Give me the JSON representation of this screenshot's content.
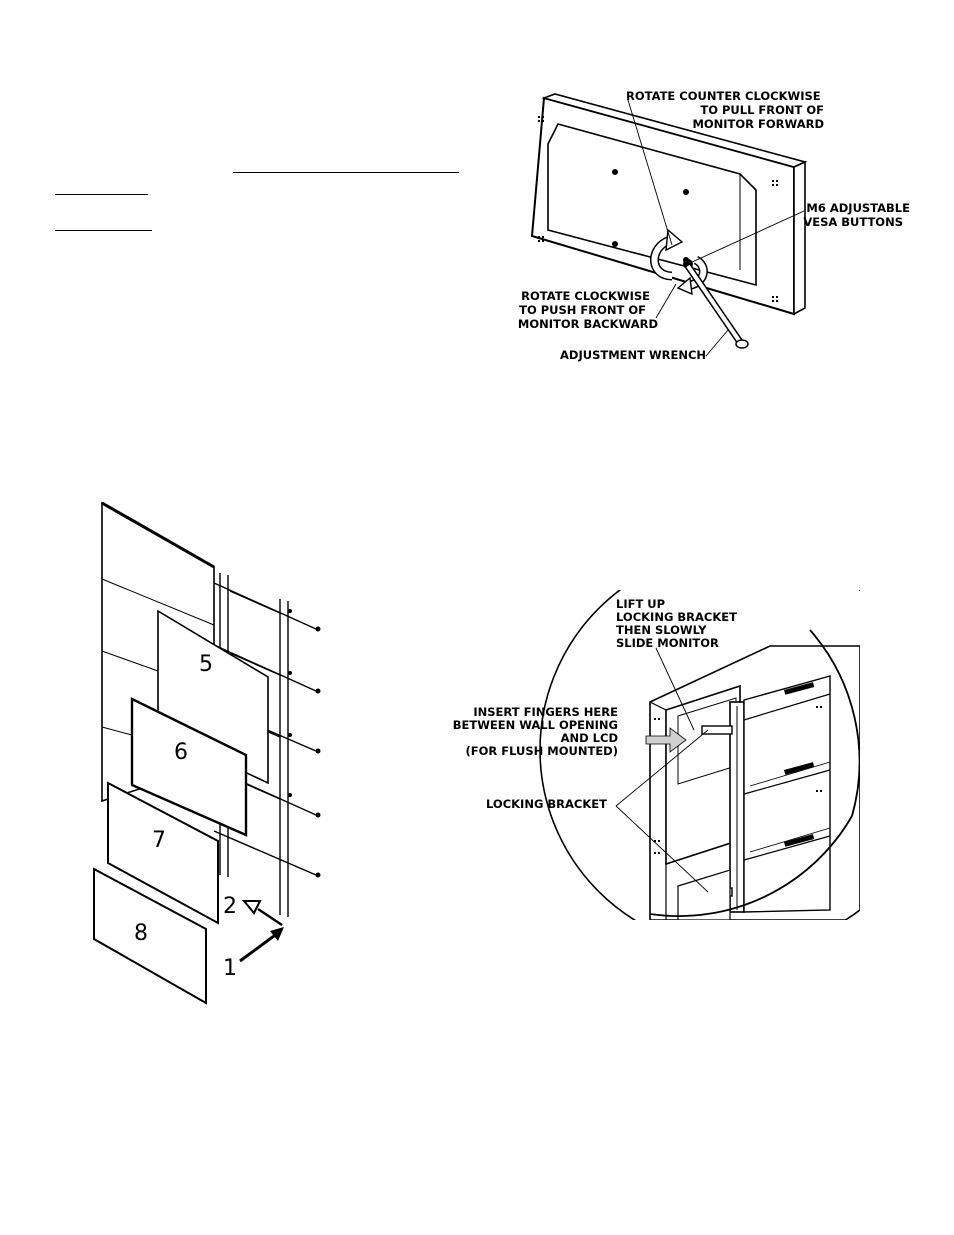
{
  "vesa_figure": {
    "labels": {
      "rotate_ccw": [
        "ROTATE COUNTER CLOCKWISE",
        "TO PULL FRONT OF",
        "MONITOR FORWARD"
      ],
      "m6_buttons": [
        "M6 ADJUSTABLE",
        "VESA BUTTONS"
      ],
      "rotate_cw": [
        "ROTATE CLOCKWISE",
        "TO PUSH FRONT OF",
        "MONITOR BACKWARD"
      ],
      "wrench": "ADJUSTMENT WRENCH"
    }
  },
  "removal_figure": {
    "labels": {
      "lift": [
        "LIFT UP",
        "LOCKING BRACKET",
        "THEN SLOWLY",
        "SLIDE MONITOR"
      ],
      "fingers": [
        "INSERT FINGERS HERE",
        "BETWEEN WALL OPENING",
        "AND LCD",
        "(FOR FLUSH MOUNTED)"
      ],
      "locking_bracket": "LOCKING BRACKET"
    }
  },
  "stack_figure": {
    "panel_numbers": [
      "5",
      "6",
      "7",
      "8"
    ],
    "steps": [
      "1",
      "2"
    ]
  },
  "colors": {
    "ink": "#000000",
    "paper": "#ffffff",
    "arrow_fill": "#cfcfcf"
  }
}
